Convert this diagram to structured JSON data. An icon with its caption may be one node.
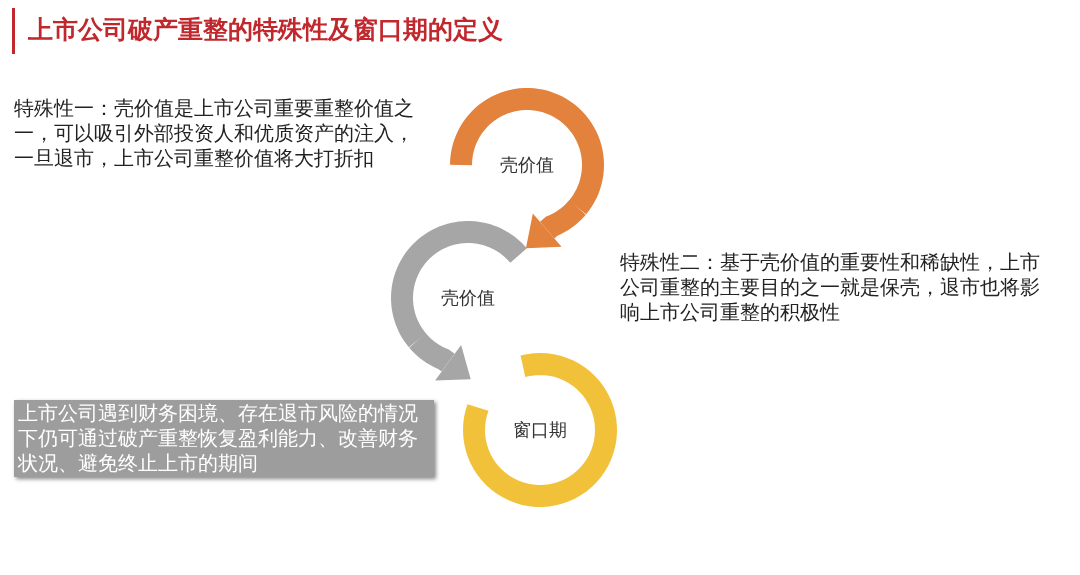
{
  "diagram": {
    "title": "上市公司破产重整的特殊性及窗口期的定义",
    "nodes": [
      {
        "text": [
          "壳价值"
        ]
      },
      {
        "text": [
          "壳价值"
        ]
      },
      {
        "text": [
          "窗口期"
        ]
      },
      {
        "text": [
          "特殊性一：壳价值是上市公司重要重整价值之一，可以吸引外部投资人和优质资产的注入，一旦退市，上市公司重整价值将大打折扣"
        ]
      },
      {
        "text": [
          "特殊性二：基于壳价值的重要性和稀缺性，上市公司重整的主要目的之一就是保壳，退市也将影响上市公司重整的积极性"
        ]
      },
      {
        "text": [
          "上市公司遇到财务困境、存在退市风险的情况下仍可通过破产重整恢复盈利能力、改善财务状况、避免终止上市的期间"
        ]
      }
    ],
    "edges": [
      {
        "from": 0,
        "to": 1,
        "arrow": "to",
        "color": "#e2823c"
      },
      {
        "from": 1,
        "to": 2,
        "arrow": "to",
        "color": "#a6a6a6"
      }
    ]
  }
}
